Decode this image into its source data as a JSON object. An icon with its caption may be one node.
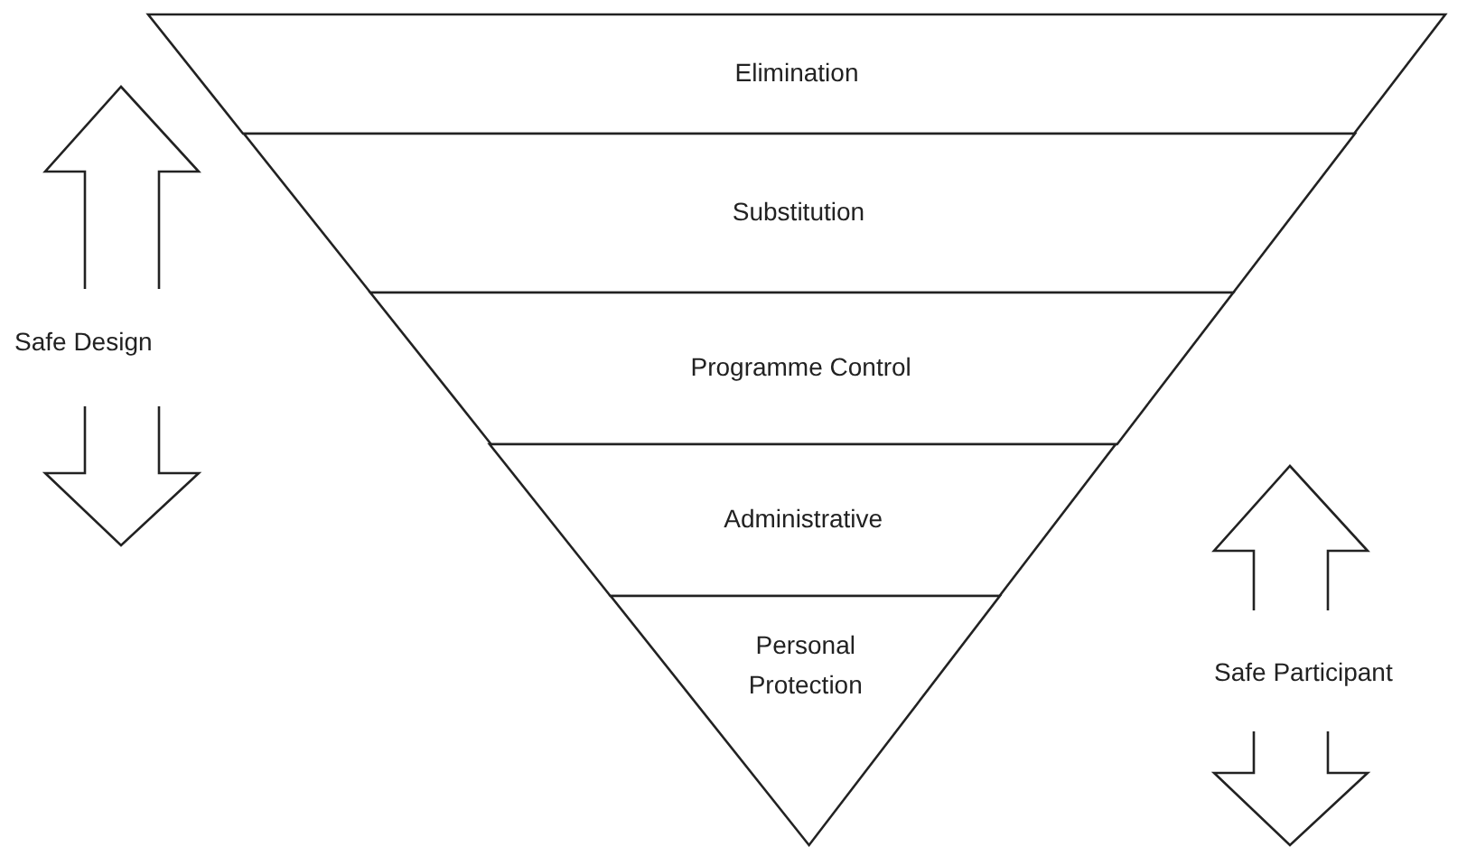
{
  "diagram": {
    "nodes": [
      {
        "text": [
          "Elimination"
        ]
      },
      {
        "text": [
          "Substitution"
        ]
      },
      {
        "text": [
          "Programme Control"
        ]
      },
      {
        "text": [
          "Administrative"
        ]
      },
      {
        "text": [
          "Personal Protection"
        ]
      }
    ],
    "labels": [
      "Safe Design",
      "Safe Participant"
    ]
  }
}
